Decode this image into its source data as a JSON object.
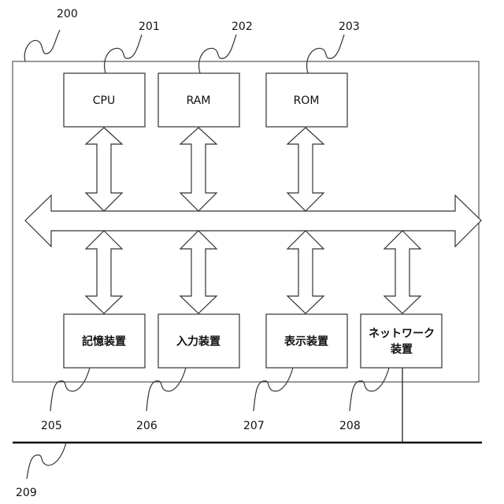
{
  "refs": {
    "apparatus": "200",
    "cpu": "201",
    "ram": "202",
    "rom": "203",
    "storage": "205",
    "input": "206",
    "display": "207",
    "network_device": "208",
    "network": "209"
  },
  "labels": {
    "cpu": "CPU",
    "ram": "RAM",
    "rom": "ROM",
    "storage": "記憶装置",
    "input": "入力装置",
    "display": "表示装置",
    "network_line1": "ネットワーク",
    "network_line2": "装置"
  },
  "colors": {
    "line": "#333333",
    "background": "#ffffff"
  }
}
